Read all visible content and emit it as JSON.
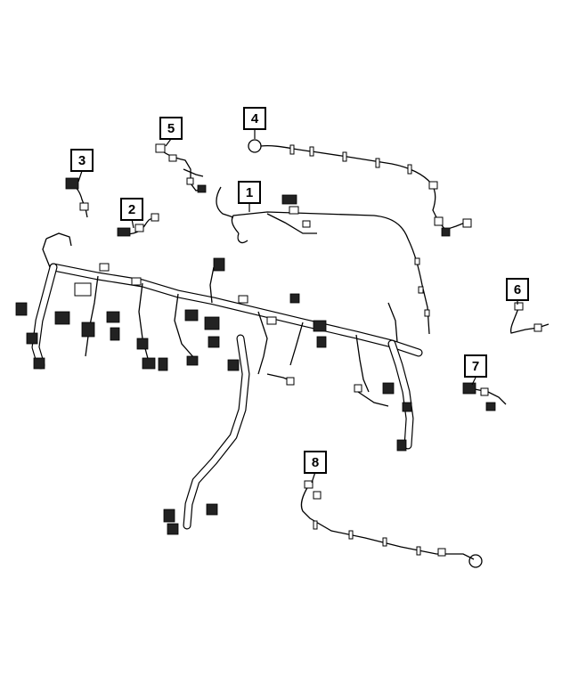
{
  "callouts": [
    {
      "label": "1"
    },
    {
      "label": "2"
    },
    {
      "label": "3"
    },
    {
      "label": "4"
    },
    {
      "label": "5"
    },
    {
      "label": "6"
    },
    {
      "label": "7"
    },
    {
      "label": "8"
    }
  ],
  "colors": {
    "line": "#000000",
    "background": "#ffffff"
  }
}
